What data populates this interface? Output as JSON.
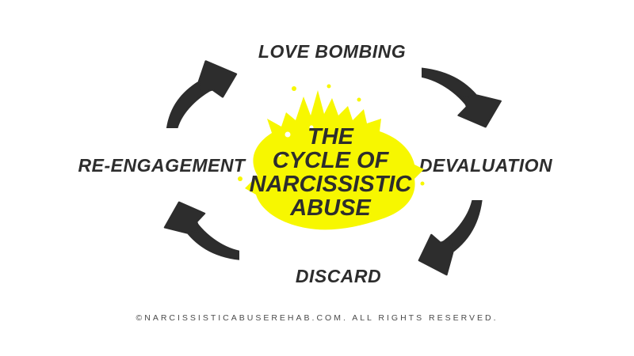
{
  "diagram": {
    "center": {
      "title_lines": [
        "THE",
        "CYCLE OF",
        "NARCISSISTIC",
        "ABUSE"
      ],
      "blob_icon": "paint-splatter-blob",
      "blob_color": "#f7f700",
      "text_color": "#2d2d2d"
    },
    "stages": [
      {
        "id": "love-bombing",
        "label": "LOVE BOMBING",
        "position": "top"
      },
      {
        "id": "devaluation",
        "label": "DEVALUATION",
        "position": "right"
      },
      {
        "id": "discard",
        "label": "DISCARD",
        "position": "bottom"
      },
      {
        "id": "re-engagement",
        "label": "RE-ENGAGEMENT",
        "position": "left"
      }
    ],
    "arrows": [
      {
        "icon": "brush-arrow-icon",
        "from": "re-engagement",
        "to": "love-bombing",
        "direction": "up-right",
        "corner": "top-left"
      },
      {
        "icon": "brush-arrow-icon",
        "from": "love-bombing",
        "to": "devaluation",
        "direction": "down-right",
        "corner": "top-right"
      },
      {
        "icon": "brush-arrow-icon",
        "from": "devaluation",
        "to": "discard",
        "direction": "down-left",
        "corner": "bottom-right"
      },
      {
        "icon": "brush-arrow-icon",
        "from": "discard",
        "to": "re-engagement",
        "direction": "up-left",
        "corner": "bottom-left"
      }
    ],
    "arrow_color": "#2d2d2d",
    "background_color": "#ffffff"
  },
  "footer": {
    "text": "©NARCISSISTICABUSEREHAB.COM. ALL RIGHTS RESERVED.",
    "color": "#4a4a4a"
  }
}
